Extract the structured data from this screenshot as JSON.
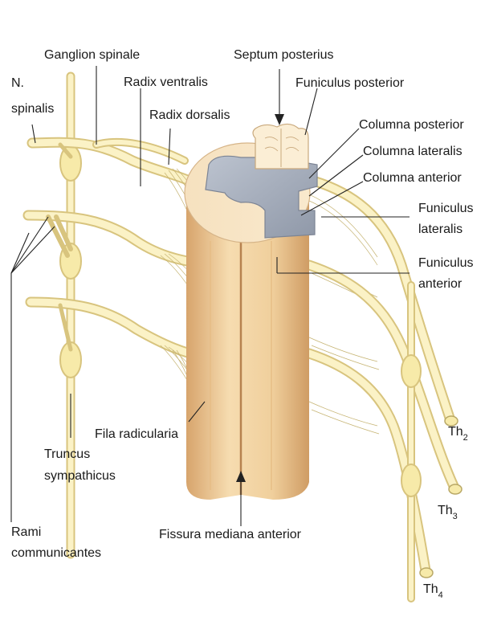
{
  "labels": {
    "ganglion_spinale": "Ganglion spinale",
    "n_spinalis_1": "N.",
    "n_spinalis_2": "spinalis",
    "radix_ventralis": "Radix ventralis",
    "radix_dorsalis": "Radix dorsalis",
    "septum_posterius": "Septum posterius",
    "funiculus_posterior": "Funiculus posterior",
    "columna_posterior": "Columna posterior",
    "columna_lateralis": "Columna lateralis",
    "columna_anterior": "Columna anterior",
    "funiculus_lateralis_1": "Funiculus",
    "funiculus_lateralis_2": "lateralis",
    "funiculus_anterior_1": "Funiculus",
    "funiculus_anterior_2": "anterior",
    "fila_radicularia": "Fila radicularia",
    "truncus_1": "Truncus",
    "truncus_2": "sympathicus",
    "rami_1": "Rami",
    "rami_2": "communicantes",
    "fissura": "Fissura mediana anterior",
    "th2_main": "Th",
    "th2_sub": "2",
    "th3_main": "Th",
    "th3_sub": "3",
    "th4_main": "Th",
    "th4_sub": "4"
  },
  "colors": {
    "nerve": "#f7eaa9",
    "nerve_outline": "#d8c47e",
    "white_matter": "#f3d6a8",
    "grey_matter": "#a9b1bf",
    "cord_shadow": "#d9b07a",
    "background": "#ffffff"
  }
}
